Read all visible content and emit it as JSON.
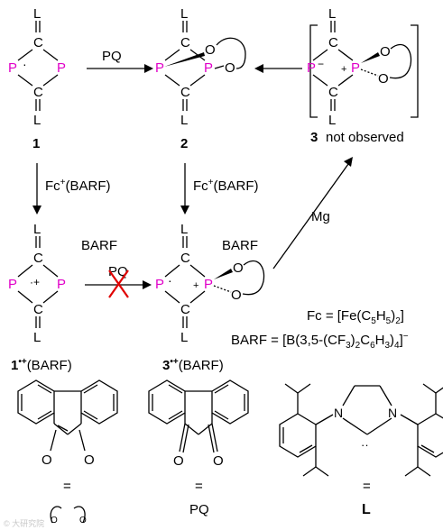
{
  "atoms": {
    "L": "L",
    "C": "C",
    "P": "P",
    "O": "O",
    "N": "N",
    "radical": "·",
    "radical_cation": "·+",
    "plus": "+",
    "minus": "−",
    "carbene_lone_pair": "··"
  },
  "compounds": {
    "c1": {
      "label": "1"
    },
    "c2": {
      "label": "2"
    },
    "c3": {
      "label": "3",
      "note": "not observed"
    },
    "c1_salt": {
      "label": "1",
      "superscript": "•+",
      "counterion": "(BARF)"
    },
    "c3_salt": {
      "label": "3",
      "superscript": "•+",
      "counterion": "(BARF)"
    },
    "anion_tag": "BARF"
  },
  "reagents": {
    "pq": "PQ",
    "oxidant_prefix": "Fc",
    "oxidant_sup": "+",
    "oxidant_suffix": "(BARF)",
    "reductant": "Mg"
  },
  "definitions": {
    "fc_lhs": "Fc = [Fe(C",
    "fc_sub": "5",
    "fc_mid": "H",
    "fc_end": ")",
    "fc_sub2": "2",
    "fc_close": "]",
    "barf_lhs": "BARF = [B(3,5-(CF",
    "barf_sub1": "3",
    "barf_mid1": ")",
    "barf_sub2": "2",
    "barf_mid2": "C",
    "barf_sub3": "6",
    "barf_mid3": "H",
    "barf_sub4": "3",
    "barf_mid4": ")",
    "barf_sub5": "4",
    "barf_mid5": "]",
    "barf_sup": "−"
  },
  "bottom_labels": {
    "equals": "=",
    "pq": "PQ",
    "l": "L"
  },
  "watermark": "© 大研究院"
}
